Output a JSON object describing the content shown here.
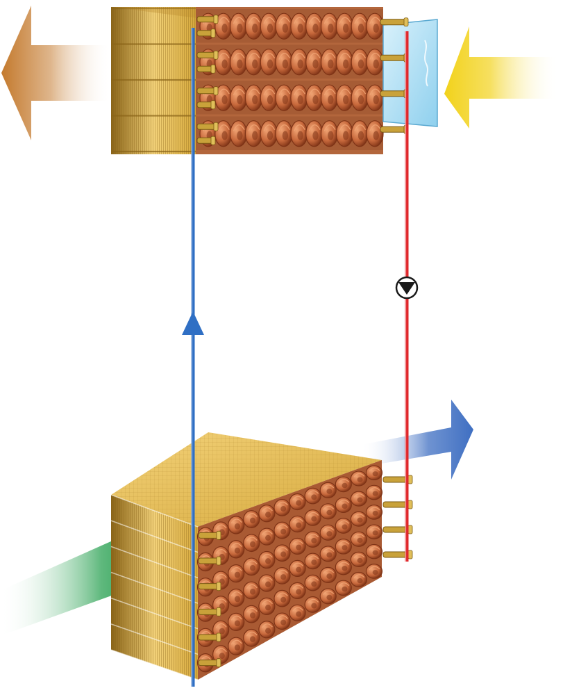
{
  "diagram": {
    "colors": {
      "background": "#ffffff",
      "copper": "#c8693c",
      "copper_dark": "#7e3316",
      "copper_light": "#f0a474",
      "fin_gold": "#d6a93c",
      "fin_dark": "#8a6418",
      "fin_light": "#f3d27a",
      "supply_pipe": "#2f6fc4",
      "return_pipe": "#e0262a",
      "brass": "#c9a23a",
      "pump_body": "#ffffff",
      "pump_outline": "#1a1a1a",
      "exhaust_arrow": "#c47a2e",
      "fresh_air_arrow": "#f2d21b",
      "cold_outlet_arrow": "#3f6fc2",
      "warm_inlet_arrow": "#1a9a45",
      "expansion_tank": "#8fd0ee"
    },
    "components": [
      {
        "name": "upper-heat-exchanger-coil",
        "tube_rows": 4,
        "tube_columns": 12
      },
      {
        "name": "lower-heat-exchanger-coil",
        "tube_rows": 6,
        "tube_columns": 12
      },
      {
        "name": "expansion-tank"
      },
      {
        "name": "circulation-pump",
        "symbol": "pump-icon"
      },
      {
        "name": "supply-pipe",
        "flow_direction": "up"
      },
      {
        "name": "return-pipe",
        "flow_direction": "down"
      }
    ],
    "airflows": [
      {
        "name": "exhaust-air-out",
        "direction": "left"
      },
      {
        "name": "fresh-air-in",
        "direction": "left"
      },
      {
        "name": "warm-air-in",
        "direction": "right"
      },
      {
        "name": "cooled-air-out",
        "direction": "right"
      }
    ]
  }
}
